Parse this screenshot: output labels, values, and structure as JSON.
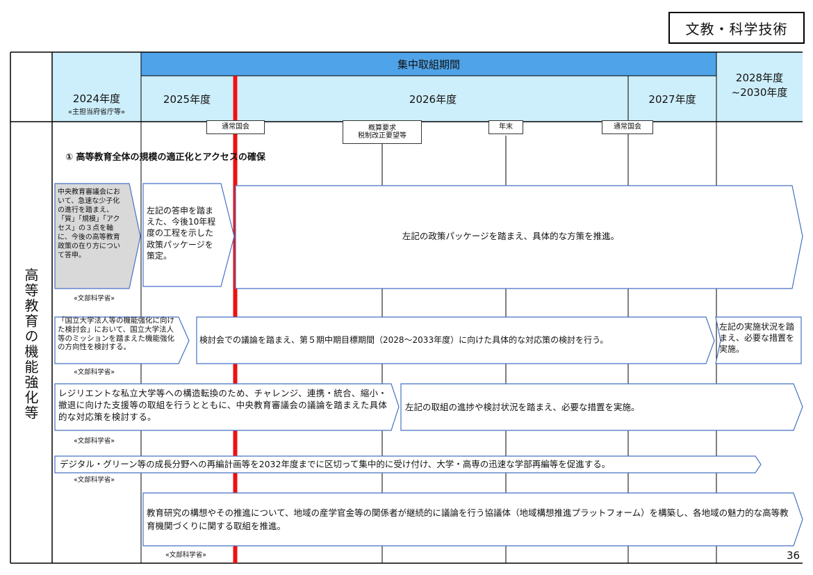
{
  "category_tag": "文教・科学技術",
  "header": {
    "focus_period": "集中取組期間",
    "year_2024": "2024年度",
    "year_2024_sub": "«主担当府省庁等»",
    "year_2025": "2025年度",
    "year_2026": "2026年度",
    "year_2027": "2027年度",
    "year_2028_line1": "2028年度",
    "year_2028_line2": "~2030年度"
  },
  "milestones": {
    "diet_1": "通常国会",
    "budget_line1": "概算要求",
    "budget_line2": "税制改正要望等",
    "year_end": "年末",
    "diet_2": "通常国会"
  },
  "side_title": "高等教育の機能強化等",
  "section_heading": "① 高等教育全体の規模の適正化とアクセスの確保",
  "rows": {
    "r1_box1": "中央教育審議会において、急速な少子化の進行を踏まえ、「質」「規模」「アクセス」の３点を軸に、今後の高等教育政策の在り方について答申。",
    "r1_ministry": "«文部科学省»",
    "r1_box2": "左記の答申を踏まえた、今後10年程度の工程を示した政策パッケージを策定。",
    "r1_box3": "左記の政策パッケージを踏まえ、具体的な方策を推進。",
    "r2_box1": "「国立大学法人等の機能強化に向けた検討会」において、国立大学法人等のミッションを踏まえた機能強化の方向性を検討する。",
    "r2_ministry": "«文部科学省»",
    "r2_box2": "検討会での議論を踏まえ、第５期中期目標期間（2028〜2033年度）に向けた具体的な対応策の検討を行う。",
    "r2_box3": "左記の実施状況を踏まえ、必要な措置を実施。",
    "r3_box1": "レジリエントな私立大学等への構造転換のため、チャレンジ、連携・統合、縮小・撤退に向けた支援等の取組を行うとともに、中央教育審議会の議論を踏まえた具体的な対応策を検討する。",
    "r3_ministry": "«文部科学省»",
    "r3_box2": "左記の取組の進捗や検討状況を踏まえ、必要な措置を実施。",
    "r4_box1": "デジタル・グリーン等の成長分野への再編計画等を2032年度までに区切って集中的に受け付け、大学・高専の迅速な学部再編等を促進する。",
    "r4_ministry": "«文部科学省»",
    "r5_box1": "教育研究の構想やその推進について、地域の産学官金等の関係者が継続的に議論を行う協議体（地域構想推進プラットフォーム）を構築し、各地域の魅力的な高等教育機関づくりに関する取組を推進。",
    "r5_ministry": "«文部科学省»"
  },
  "page_number": "36",
  "colors": {
    "header_dark": "#4fa3e8",
    "header_light": "#cdeefb",
    "arrow_border": "#4472c4",
    "today_line": "#ee1111",
    "gray_box": "#d9d9d9"
  }
}
